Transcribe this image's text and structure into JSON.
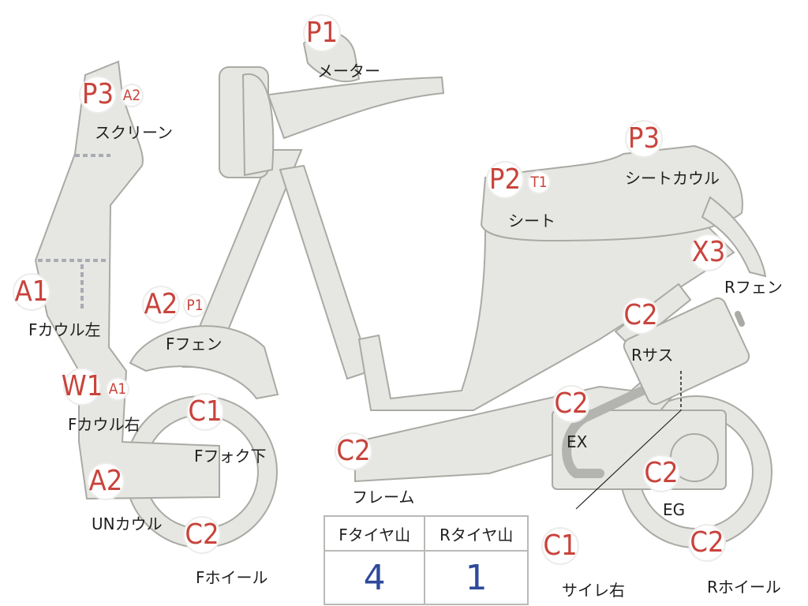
{
  "badges": [
    {
      "id": "p1-meter",
      "code": "P1",
      "label": "メーター"
    },
    {
      "id": "p3-screen",
      "code": "P3",
      "sub": "A2",
      "label": "スクリーン"
    },
    {
      "id": "p3-seatcowl",
      "code": "P3",
      "label": "シートカウル"
    },
    {
      "id": "p2-seat",
      "code": "P2",
      "sub": "T1",
      "label": "シート"
    },
    {
      "id": "x3-rfender",
      "code": "X3",
      "label": "Rフェン"
    },
    {
      "id": "a1-fcowl-left",
      "code": "A1",
      "label": "Fカウル左"
    },
    {
      "id": "a2-ffender",
      "code": "A2",
      "sub": "P1",
      "label": "Fフェン"
    },
    {
      "id": "c2-rsus",
      "code": "C2",
      "label": "Rサス"
    },
    {
      "id": "w1-fcowl-right",
      "code": "W1",
      "sub": "A1",
      "label": "Fカウル右"
    },
    {
      "id": "c1-ffork",
      "code": "C1",
      "label": "Fフォク下"
    },
    {
      "id": "c2-ex",
      "code": "C2",
      "label": "EX"
    },
    {
      "id": "c2-frame",
      "code": "C2",
      "label": "フレーム"
    },
    {
      "id": "c2-eg",
      "code": "C2",
      "label": "EG"
    },
    {
      "id": "a2-uncowl",
      "code": "A2",
      "label": "UNカウル"
    },
    {
      "id": "c2-fwheel",
      "code": "C2",
      "label": "Fホイール"
    },
    {
      "id": "c1-side-right",
      "code": "C1",
      "label": "サイレ右"
    },
    {
      "id": "c2-rwheel",
      "code": "C2",
      "label": "Rホイール"
    }
  ],
  "tread_table": {
    "headers": [
      "Fタイヤ山",
      "Rタイヤ山"
    ],
    "values": [
      "4",
      "1"
    ]
  },
  "colors": {
    "badge_text": "#c8443c",
    "part_fill": "#e6e7e2",
    "part_stroke": "#a9aaa4",
    "table_value": "#2f4a9a"
  }
}
